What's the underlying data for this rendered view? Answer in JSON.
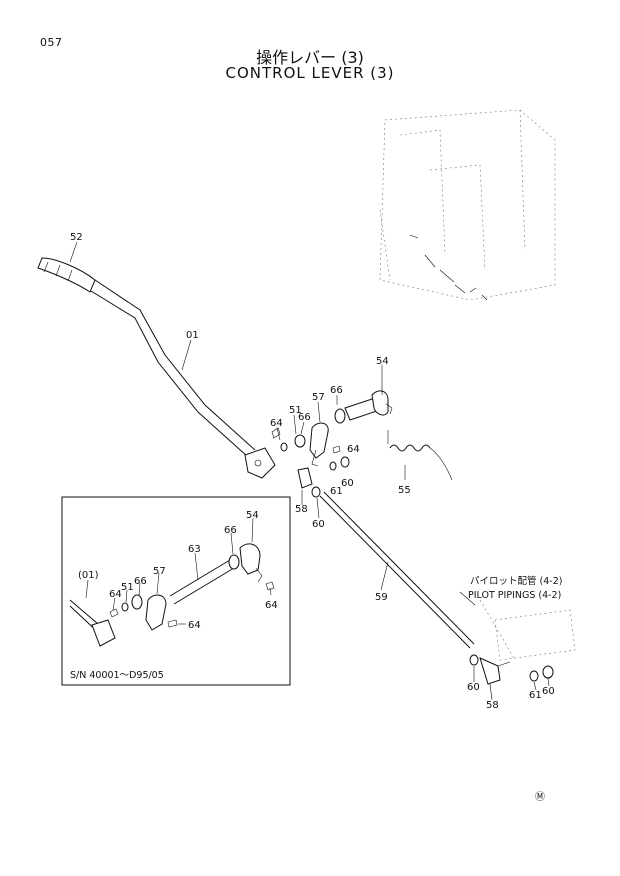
{
  "page_number": "057",
  "title_jp": "操作レバー (3)",
  "title_en": "CONTROL LEVER (3)",
  "main_callouts": {
    "c52": "52",
    "c01": "01",
    "c54": "54",
    "c66a": "66",
    "c57": "57",
    "c51": "51",
    "c66b": "66",
    "c64a": "64",
    "c64b": "64",
    "c61a": "61",
    "c60a": "60",
    "c55": "55",
    "c58a": "58",
    "c60b": "60",
    "c59": "59",
    "c60c": "60",
    "c58b": "58",
    "c61b": "61",
    "c60d": "60"
  },
  "inset_callouts": {
    "c01": "(01)",
    "c64a": "64",
    "c51": "51",
    "c66a": "66",
    "c57": "57",
    "c63": "63",
    "c66b": "66",
    "c54": "54",
    "c64b": "64",
    "c64c": "64"
  },
  "inset_serial": "S/N  40001～D95/05",
  "pilot_note_jp": "パイロット配管 (4-2)",
  "pilot_note_en": "PILOT PIPINGS (4-2)",
  "corner_mark": "Ⓜ"
}
